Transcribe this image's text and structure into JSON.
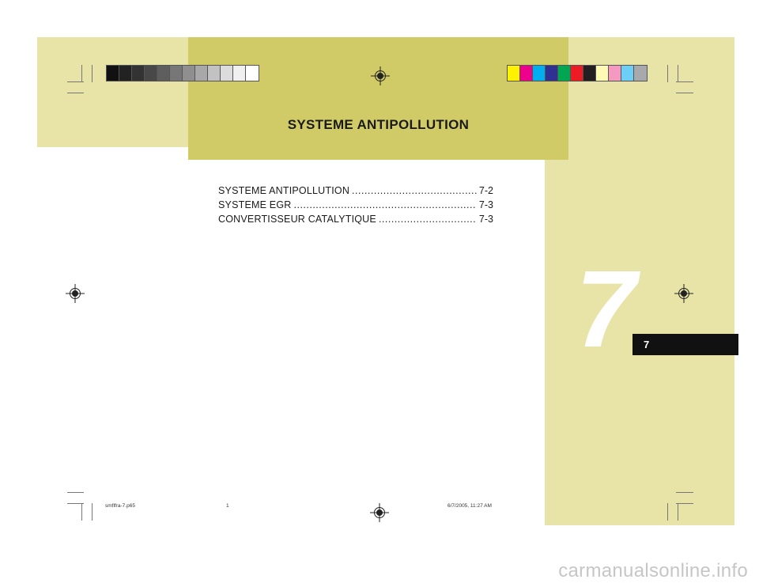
{
  "header": {
    "title": "SYSTEME ANTIPOLLUTION"
  },
  "toc": [
    {
      "label": "SYSTEME  ANTIPOLLUTION",
      "page": "7-2"
    },
    {
      "label": "SYSTEME  EGR",
      "page": "7-3"
    },
    {
      "label": "CONVERTISSEUR  CATALYTIQUE",
      "page": "7-3"
    }
  ],
  "chapter": {
    "big_number": "7",
    "tab_label": "7"
  },
  "footer": {
    "filename": "smflfra-7.p65",
    "page": "1",
    "timestamp": "6/7/2005, 11:27 AM"
  },
  "watermark": "carmanualsonline.info",
  "colors": {
    "pale_background": "#e8e4a8",
    "title_band": "#d1cb67",
    "tab": "#111111",
    "gray_swatches": [
      "#111111",
      "#222222",
      "#333333",
      "#484848",
      "#5e5e5e",
      "#777777",
      "#8f8f8f",
      "#a8a8a8",
      "#c2c2c2",
      "#dcdcdc",
      "#f0f0f0",
      "#ffffff"
    ],
    "color_swatches": [
      "#fff200",
      "#ec008c",
      "#00aeef",
      "#2e3192",
      "#00a651",
      "#ed1c24",
      "#231f20",
      "#fffab3",
      "#f49ac1",
      "#6dcff6",
      "#a7a9ac"
    ]
  }
}
